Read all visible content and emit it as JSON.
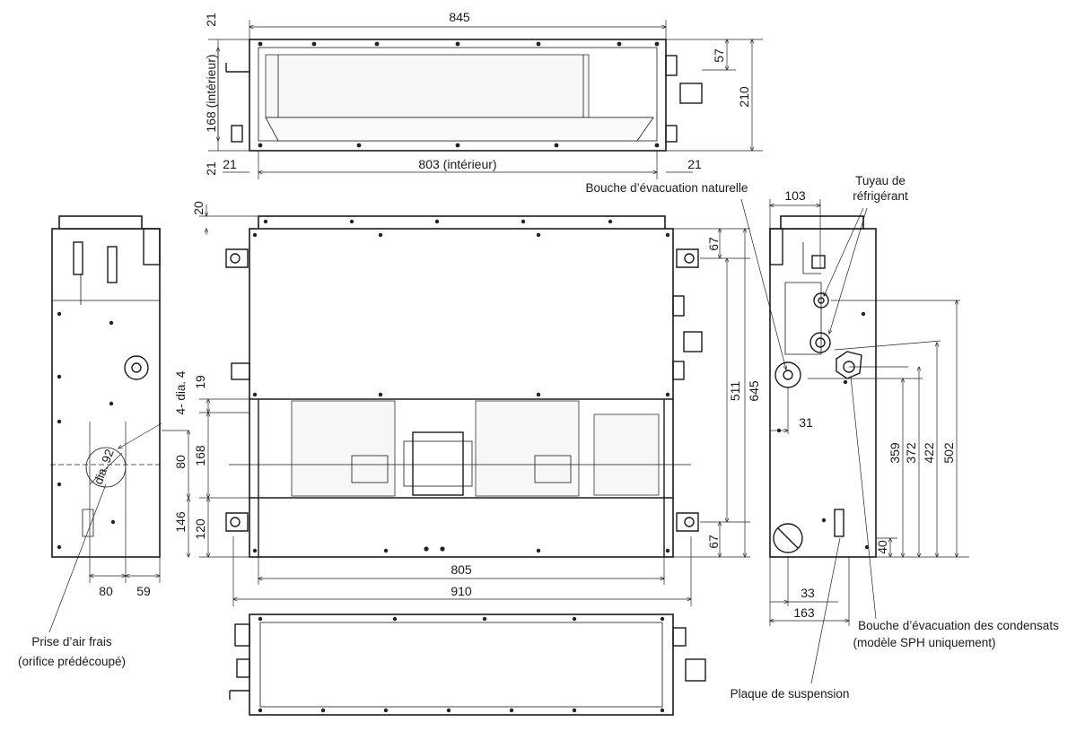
{
  "top_view": {
    "width": "845",
    "inner_width": "803 (intérieur)",
    "left_margin": "21",
    "right_margin": "21",
    "top_margin": "21",
    "bottom_margin": "21",
    "inner_height": "168 (intérieur)",
    "height": "210",
    "connector_offset": "57"
  },
  "front_view": {
    "top_offset": "20",
    "hanger_offset_top": "67",
    "hanger_offset_bottom": "67",
    "hanger_spacing": "511",
    "total_height": "645",
    "upper_gap": "19",
    "opening_height": "168",
    "lower_height": "146",
    "lower_offset": "120",
    "opening_width": "805",
    "total_width": "910"
  },
  "left_view": {
    "hole_count": "4- dia. 4",
    "hole_dia": "dia. 92",
    "hole_offset": "80",
    "bottom_x1": "80",
    "bottom_x2": "59"
  },
  "right_view": {
    "top_offset": "103",
    "drain_offset_x": "31",
    "dim_359": "359",
    "dim_372": "372",
    "dim_422": "422",
    "dim_502": "502",
    "dim_40": "40",
    "dim_33": "33",
    "dim_163": "163"
  },
  "labels": {
    "natural_drain": "Bouche d’évacuation naturelle",
    "refrigerant_line1": "Tuyau de",
    "refrigerant_line2": "réfrigérant",
    "fresh_air_line1": "Prise d’air frais",
    "fresh_air_line2": "(orifice prédécoupé)",
    "condensate_line1": "Bouche d’évacuation des condensats",
    "condensate_line2": "(modèle SPH uniquement)",
    "suspension_plate": "Plaque de suspension"
  }
}
